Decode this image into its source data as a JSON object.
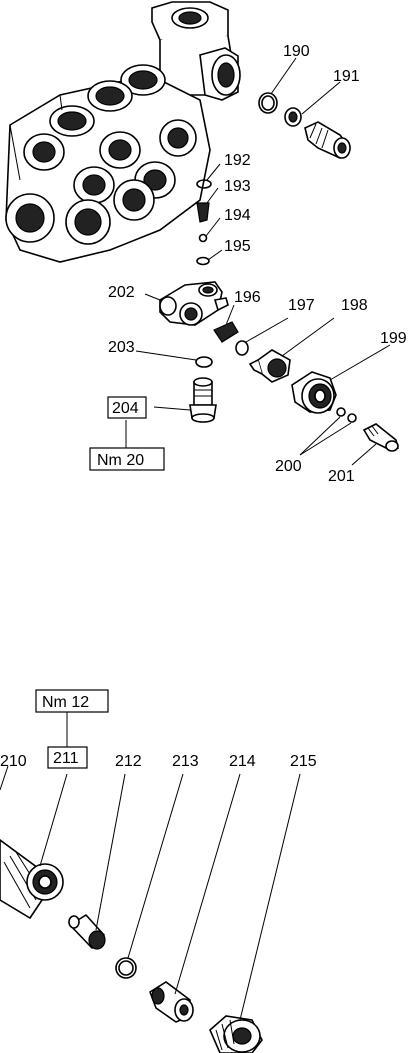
{
  "parts": {
    "p190": "190",
    "p191": "191",
    "p192": "192",
    "p193": "193",
    "p194": "194",
    "p195": "195",
    "p196": "196",
    "p197": "197",
    "p198": "198",
    "p199": "199",
    "p200": "200",
    "p201": "201",
    "p202": "202",
    "p203": "203",
    "p204": "204",
    "p210": "210",
    "p211": "211",
    "p212": "212",
    "p213": "213",
    "p214": "214",
    "p215": "215"
  },
  "torque": {
    "t204": "Nm 20",
    "t211": "Nm 12"
  }
}
